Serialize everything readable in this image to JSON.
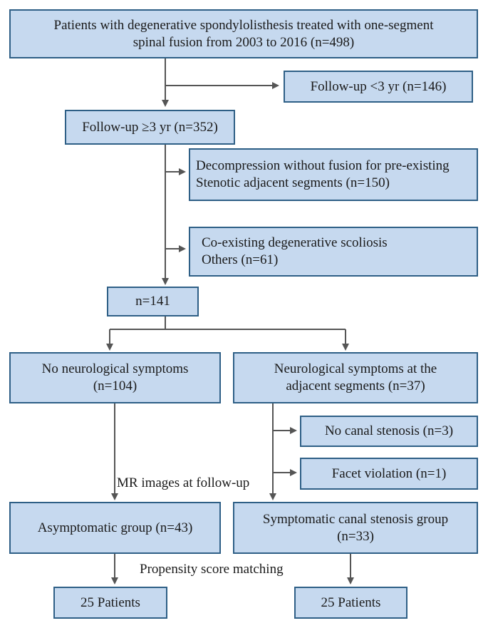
{
  "flowchart": {
    "start_box": {
      "line1": "Patients with degenerative spondylolisthesis treated with one-segment",
      "line2": "spinal fusion from 2003 to 2016 (n=498)"
    },
    "excluded_short_followup": "Follow-up <3 yr (n=146)",
    "followup_ge3": "Follow-up ≥3 yr (n=352)",
    "excluded_decompression": {
      "line1": "Decompression without fusion for pre-existing",
      "line2": "Stenotic adjacent segments (n=150)"
    },
    "excluded_scoliosis": {
      "line1": "Co-existing degenerative scoliosis",
      "line2": "Others (n=61)"
    },
    "remaining": "n=141",
    "no_symptoms": {
      "line1": "No neurological symptoms",
      "line2": "(n=104)"
    },
    "symptoms": {
      "line1": "Neurological symptoms at the",
      "line2": "adjacent segments (n=37)"
    },
    "no_canal_stenosis": "No canal stenosis (n=3)",
    "facet_violation": "Facet violation (n=1)",
    "mr_label": "MR images at follow-up",
    "asymptomatic_group": "Asymptomatic group (n=43)",
    "symptomatic_group": {
      "line1": "Symptomatic canal stenosis group",
      "line2": "(n=33)"
    },
    "psm_label": "Propensity score matching",
    "left_result": "25 Patients",
    "right_result": "25 Patients"
  },
  "colors": {
    "box_fill": "#c6d9ef",
    "box_border": "#2e5f86",
    "arrow": "#555555"
  }
}
